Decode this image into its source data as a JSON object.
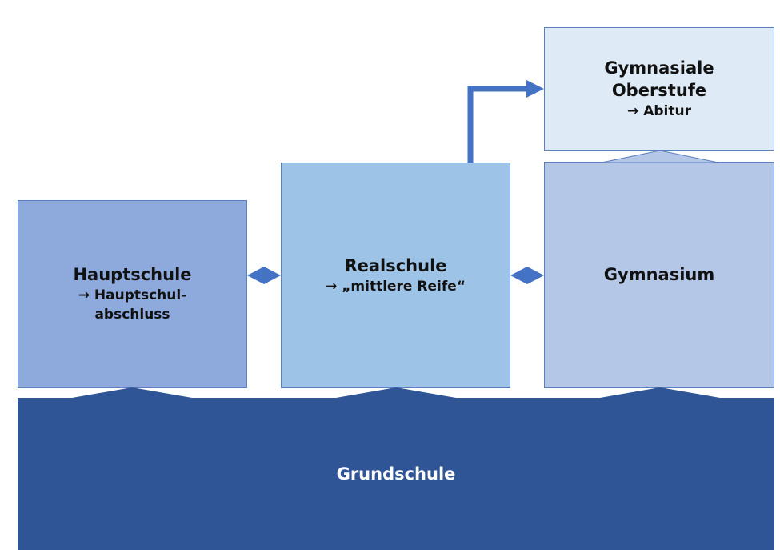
{
  "diagram": {
    "colors": {
      "hauptschule": "#8eaadc",
      "realschule": "#9dc3e6",
      "gymnasium": "#b4c7e7",
      "oberstufe": "#deebf7",
      "grundschule": "#2f5597",
      "connector": "#4472c4"
    },
    "boxes": {
      "hauptschule": {
        "title": "Hauptschule",
        "line2": "→ Hauptschul-",
        "line3": "abschluss"
      },
      "realschule": {
        "title": "Realschule",
        "line2": "→ „mittlere Reife“"
      },
      "gymnasium": {
        "title": "Gymnasium"
      },
      "oberstufe": {
        "title_line1": "Gymnasiale",
        "title_line2": "Oberstufe",
        "line3": "→ Abitur"
      },
      "grundschule": {
        "title": "Grundschule"
      }
    },
    "connections": [
      {
        "from": "grundschule",
        "to": "hauptschule",
        "type": "transition"
      },
      {
        "from": "grundschule",
        "to": "realschule",
        "type": "transition"
      },
      {
        "from": "grundschule",
        "to": "gymnasium",
        "type": "transition"
      },
      {
        "from": "gymnasium",
        "to": "oberstufe",
        "type": "transition"
      },
      {
        "from": "hauptschule",
        "to": "realschule",
        "type": "bidirectional"
      },
      {
        "from": "realschule",
        "to": "gymnasium",
        "type": "bidirectional"
      },
      {
        "from": "realschule",
        "to": "oberstufe",
        "type": "arrow"
      }
    ]
  }
}
